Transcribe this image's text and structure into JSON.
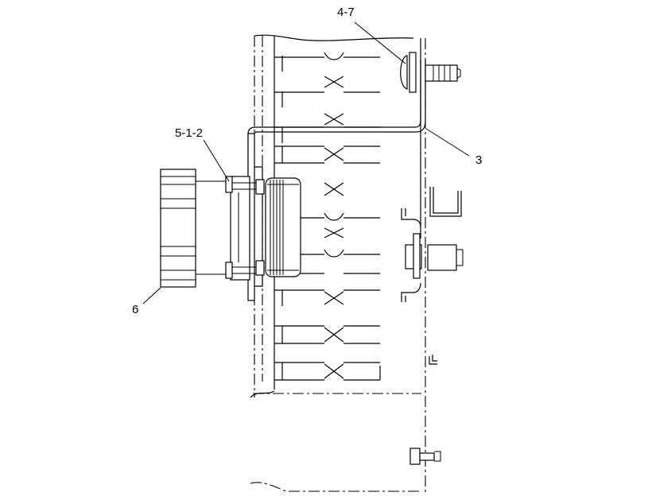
{
  "callouts": {
    "c1": "4-7",
    "c2": "3",
    "c3": "5-1-2",
    "c4": "6"
  }
}
